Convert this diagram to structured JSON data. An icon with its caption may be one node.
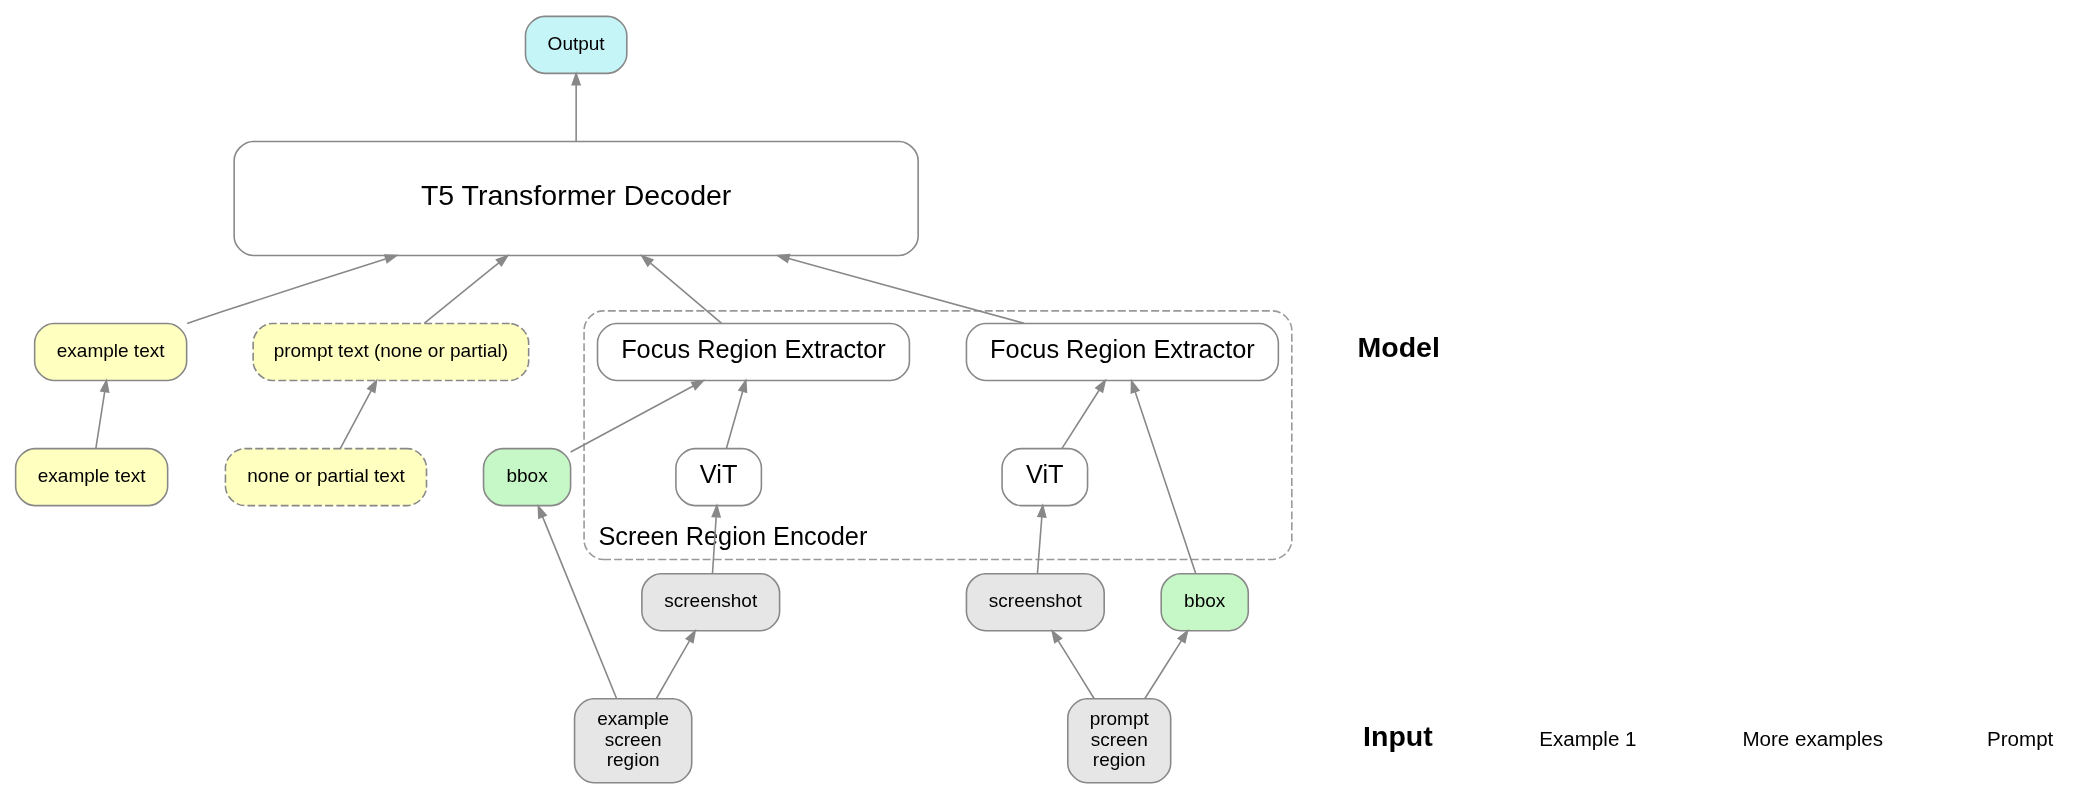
{
  "diagram": {
    "nodes": [
      {
        "text": [
          "Screen Region Encoder"
        ]
      },
      {
        "text": [
          "Focus Region Extractor"
        ],
        "in": 0
      },
      {
        "text": [
          "ViT"
        ],
        "in": 0
      },
      {
        "text": [
          "Focus Region Extractor"
        ],
        "in": 0
      },
      {
        "text": [
          "ViT"
        ],
        "in": 0
      },
      {
        "text": [
          "T5 Transformer Decoder"
        ]
      },
      {
        "text": [
          "Output"
        ]
      },
      {
        "text": [
          "screenshot"
        ]
      },
      {
        "text": [
          "bbox"
        ]
      },
      {
        "text": [
          "screenshot"
        ]
      },
      {
        "text": [
          "bbox"
        ]
      },
      {
        "text": [
          "example text"
        ]
      },
      {
        "text": [
          "prompt text (none or partial)"
        ]
      },
      {
        "text": [
          "example screen region"
        ]
      },
      {
        "text": [
          "example text"
        ]
      },
      {
        "text": [
          "prompt screen region"
        ]
      },
      {
        "text": [
          "none or partial text"
        ]
      }
    ],
    "edges": [
      {
        "from": 2,
        "to": 1,
        "arrow": "to"
      },
      {
        "from": 8,
        "to": 1,
        "arrow": "to"
      },
      {
        "from": 4,
        "to": 3,
        "arrow": "to"
      },
      {
        "from": 10,
        "to": 3,
        "arrow": "to"
      },
      {
        "from": 1,
        "to": 5,
        "arrow": "to"
      },
      {
        "from": 3,
        "to": 5,
        "arrow": "to"
      },
      {
        "from": 5,
        "to": 6,
        "arrow": "to"
      },
      {
        "from": 7,
        "to": 2,
        "arrow": "to"
      },
      {
        "from": 9,
        "to": 4,
        "arrow": "to"
      },
      {
        "from": 11,
        "to": 5,
        "arrow": "to"
      },
      {
        "from": 12,
        "to": 5,
        "arrow": "to"
      },
      {
        "from": 13,
        "to": 7,
        "arrow": "to"
      },
      {
        "from": 13,
        "to": 8,
        "arrow": "to"
      },
      {
        "from": 15,
        "to": 9,
        "arrow": "to"
      },
      {
        "from": 15,
        "to": 10,
        "arrow": "to"
      },
      {
        "from": 14,
        "to": 11,
        "arrow": "to"
      },
      {
        "from": 16,
        "to": 12,
        "arrow": "to"
      }
    ],
    "labels": [
      "Model",
      "Input",
      "Example 1",
      "More examples",
      "Prompt"
    ]
  }
}
